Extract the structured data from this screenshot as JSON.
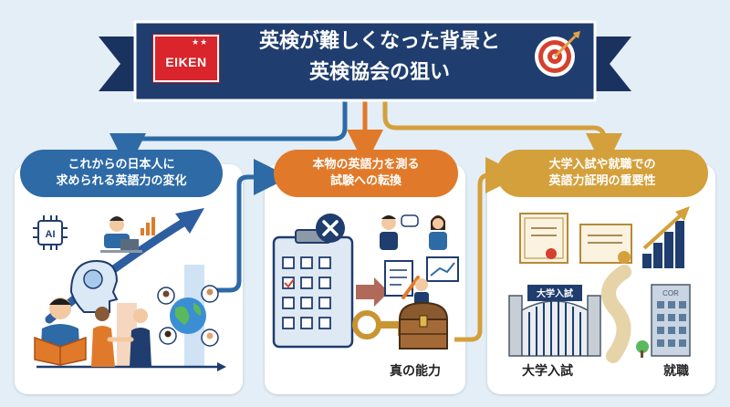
{
  "title": {
    "line1": "英検が難しくなった背景と",
    "line2": "英検協会の狙い"
  },
  "logo": {
    "text": "EIKEN",
    "stars": "★★",
    "color": "#d9252b"
  },
  "colors": {
    "navy": "#1f3d6e",
    "blue": "#2d6aa6",
    "orange": "#e07a2a",
    "gold": "#d4a03c",
    "target_red": "#d6402e"
  },
  "panels": [
    {
      "heading_line1": "これからの日本人に",
      "heading_line2": "求められる英語力の変化"
    },
    {
      "heading_line1": "本物の英語力を測る",
      "heading_line2": "試験への転換"
    },
    {
      "heading_line1": "大学入試や就職での",
      "heading_line2": "英語力証明の重要性"
    }
  ],
  "icons": {
    "ai_chip_label": "AI",
    "university_sign": "大学入試",
    "building_sign": "COR"
  },
  "captions": {
    "true_ability": "真の能力",
    "university": "大学入試",
    "employment": "就職"
  }
}
